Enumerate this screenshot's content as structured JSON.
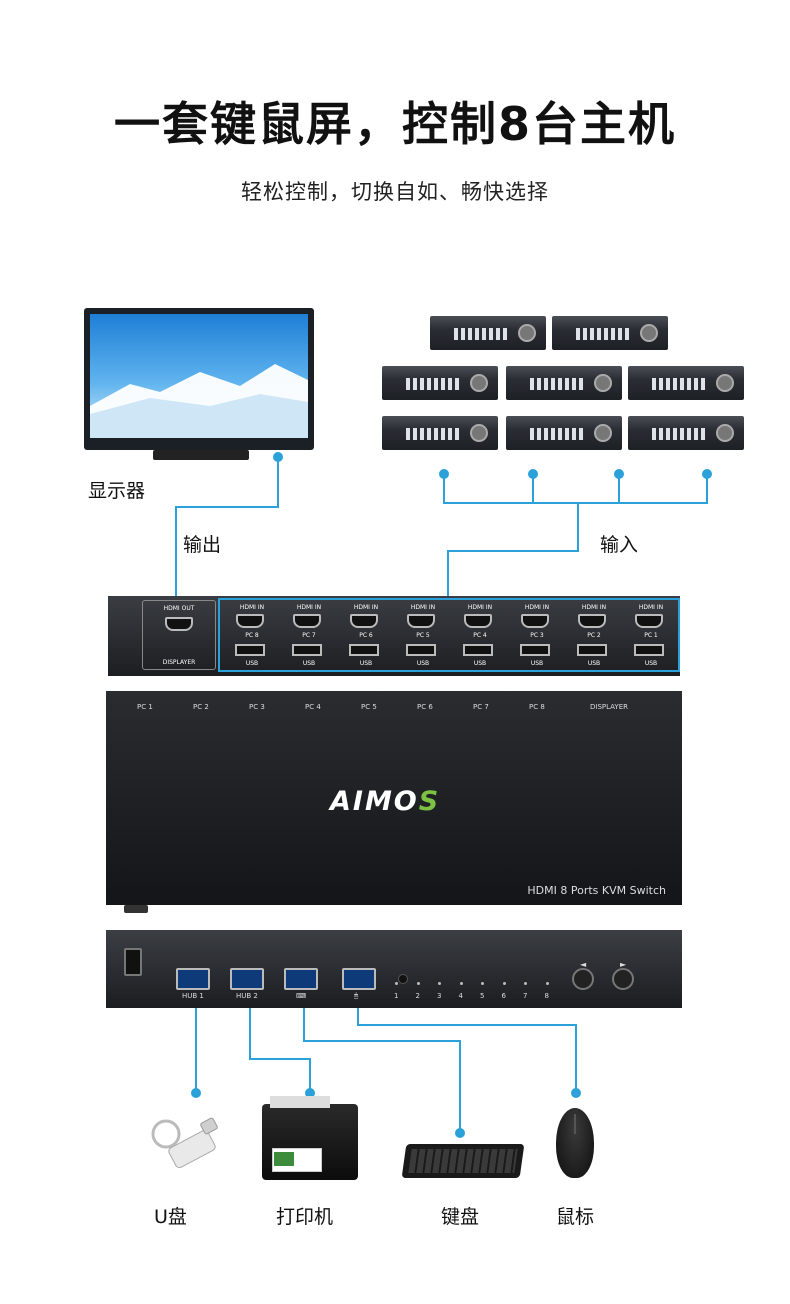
{
  "headline": "一套键鼠屏，控制8台主机",
  "subheadline": "轻松控制，切换自如、畅快选择",
  "labels": {
    "monitor": "显示器",
    "output": "输出",
    "input": "输入",
    "udisk": "U盘",
    "printer": "打印机",
    "keyboard": "键盘",
    "mouse": "鼠标"
  },
  "back_panel": {
    "hdmi_out": "HDMI OUT",
    "displayer": "DISPLAYER",
    "hdmi_in": "HDMI IN",
    "usb": "USB",
    "ports": [
      "PC 8",
      "PC 7",
      "PC 6",
      "PC 5",
      "PC 4",
      "PC 3",
      "PC 2",
      "PC 1"
    ]
  },
  "top_panel": {
    "pcs": [
      "PC 1",
      "PC 2",
      "PC 3",
      "PC 4",
      "PC 5",
      "PC 6",
      "PC 7",
      "PC 8"
    ],
    "displayer": "DISPLAYER",
    "brand_main": "AIMO",
    "brand_accent": "S",
    "model": "HDMI 8 Ports KVM Switch"
  },
  "front_panel": {
    "hub1": "HUB 1",
    "hub2": "HUB 2",
    "numbers": [
      "1",
      "2",
      "3",
      "4",
      "5",
      "6",
      "7",
      "8"
    ],
    "left_arrow": "◄",
    "right_arrow": "►"
  },
  "colors": {
    "line": "#2aa1d8",
    "brand_accent": "#7dc142"
  }
}
